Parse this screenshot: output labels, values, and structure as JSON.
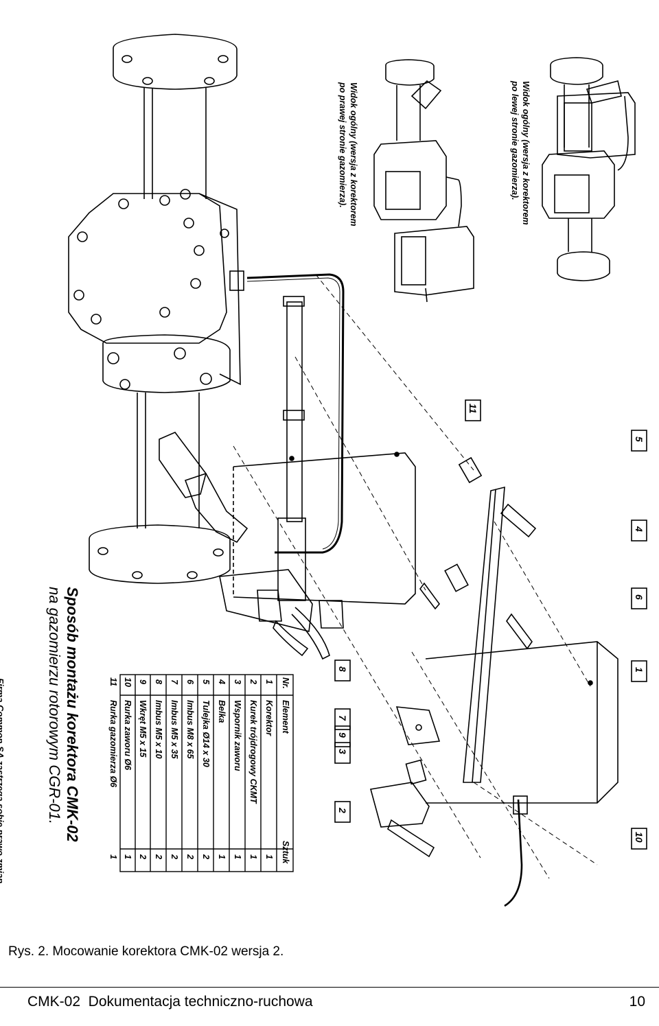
{
  "drawing": {
    "title_line1": "Sposób montażu korektora CMK-02",
    "title_line2": "na gazomierzu rotorowym CGR-01.",
    "disclaimer": "Firma Common SA zastrzega sobie prawo zmian.",
    "view_right_line1": "Widok ogólny (wersja z korektorem",
    "view_right_line2": "po prawej stronie gazomierza).",
    "view_left_line1": "Widok ogólny (wersja z korektorem",
    "view_left_line2": "po lewej stronie gazomierza).",
    "callouts": [
      "11",
      "5",
      "4",
      "6",
      "1",
      "10",
      "8",
      "7",
      "9",
      "3",
      "2"
    ]
  },
  "parts_table": {
    "headers": [
      "Nr.",
      "Element",
      "Sztuk"
    ],
    "rows": [
      [
        "1",
        "Korektor",
        "1"
      ],
      [
        "2",
        "Kurek trójdrogowy CKMT",
        "1"
      ],
      [
        "3",
        "Wspornik zaworu",
        "1"
      ],
      [
        "4",
        "Belka",
        "1"
      ],
      [
        "5",
        "Tulejka Ø14 x 30",
        "2"
      ],
      [
        "6",
        "Imbus M8 x 65",
        "2"
      ],
      [
        "7",
        "Imbus M5 x 35",
        "2"
      ],
      [
        "8",
        "Imbus M5 x 10",
        "2"
      ],
      [
        "9",
        "Wkręt M5 x 15",
        "2"
      ],
      [
        "10",
        "Rurka zaworu Ø6",
        "1"
      ],
      [
        "11",
        "Rurka gazomierza Ø6",
        "1"
      ]
    ]
  },
  "caption": "Rys. 2. Mocowanie korektora CMK-02 wersja 2.",
  "footer": {
    "doc_title": "CMK-02  Dokumentacja techniczno-ruchowa",
    "page_number": "10"
  }
}
